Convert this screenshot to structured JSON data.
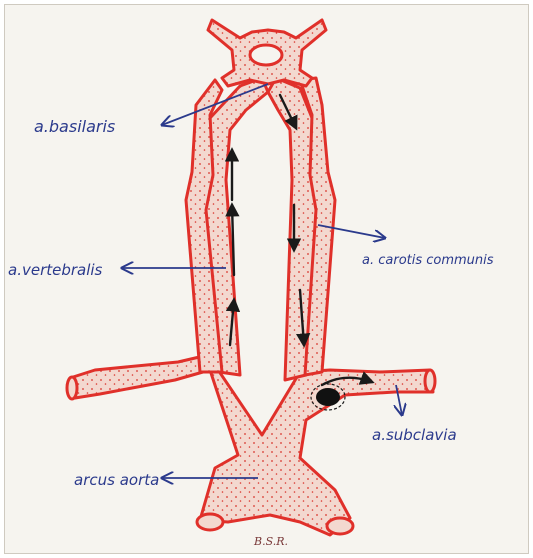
{
  "labels": {
    "basilaris": "a.basilaris",
    "vertebralis": "a.vertebralis",
    "carotis": "a. carotis communis",
    "subclavia": "a.subclavia",
    "arcus": "arcus aorta"
  },
  "signature": "B.S.R.",
  "colors": {
    "vessel_outline": "#e0302a",
    "vessel_fill": "#f3d8cf",
    "stipple": "#d8342c",
    "ink": "#2b3a8c",
    "flow_arrow": "#1a1a1a"
  }
}
